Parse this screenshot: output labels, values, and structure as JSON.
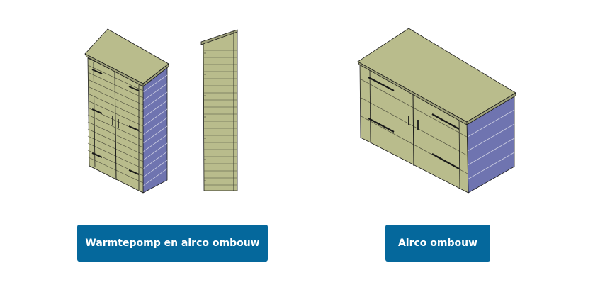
{
  "products": [
    {
      "button_label": "Warmtepomp en airco ombouw",
      "images": [
        "tall-cabinet-drawing",
        "side-panel-drawing"
      ]
    },
    {
      "button_label": "Airco ombouw",
      "images": [
        "low-cabinet-drawing"
      ]
    }
  ],
  "colors": {
    "wood": "#b9bc8c",
    "wood_side": "#6f74b0",
    "line": "#1a1a1a",
    "button": "#05689c",
    "button_text": "#ffffff"
  }
}
